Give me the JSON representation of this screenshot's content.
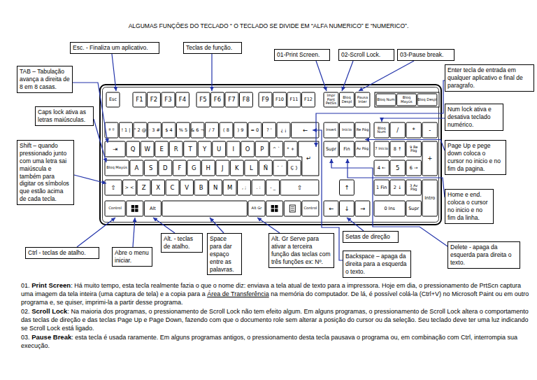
{
  "diagram": {
    "title": "ALGUMAS FUNÇÕES DO TECLADO “ O TECLADO SE DIVIDE EM “ALFA NUMERICO” E “NUMERICO”.",
    "nodes": [
      {
        "text": [
          "Esc. - Finaliza um aplicativo."
        ]
      },
      {
        "text": [
          "Teclas de função."
        ]
      },
      {
        "text": [
          "01-Print Screen."
        ]
      },
      {
        "text": [
          "02-Scroll Lock."
        ]
      },
      {
        "text": [
          "03-Pause break."
        ]
      },
      {
        "text": [
          "Enter tecla de entrada em qualquer aplicativo e final de paragrafo."
        ]
      },
      {
        "text": [
          "TAB – Tabulação avança a direita de 8 em 8 casas."
        ]
      },
      {
        "text": [
          "Caps lock ativa as letras maiúsculas."
        ]
      },
      {
        "text": [
          "Num lock ativa e desativa teclado numérico."
        ]
      },
      {
        "text": [
          "Shift – quando pressionado junto com uma letra sai maiúscula e também para digitar os símbolos que estão acima de cada tecla."
        ]
      },
      {
        "text": [
          "Page Up e pege down coloca o cursor no inicio e no fim da pagina."
        ]
      },
      {
        "text": [
          "Home e end. coloca o cursor no inicio e no fim da linha."
        ]
      },
      {
        "text": [
          "Space para dar espaço entre as palavras."
        ]
      },
      {
        "text": [
          "Alt. Gr Serve para ativar a terceira função das teclas com três funções ex: Nº."
        ]
      },
      {
        "text": [
          "Setas de direção"
        ]
      },
      {
        "text": [
          "Ctrl - teclas de atalho."
        ]
      },
      {
        "text": [
          "Abre o menu iniciar."
        ]
      },
      {
        "text": [
          "Alt. - teclas de atalho."
        ]
      },
      {
        "text": [
          "Backspace – apaga da direita para a esquerda o texto."
        ]
      },
      {
        "text": [
          "Delete - apaga da esquerda para direita o texto."
        ]
      }
    ],
    "labels": [
      "Esc",
      "F1",
      "F2",
      "F3",
      "F4",
      "F5",
      "F6",
      "F7",
      "F8",
      "F9",
      "F10",
      "F11",
      "F12",
      "Impr Pant PetSis",
      "Bloq Despl",
      "Pausa Inter",
      "Bloq Num",
      "Bloq Mayús",
      "Bloq Despl",
      "ª º",
      "! 1 |",
      "\" 2 @",
      "· 3 #",
      "$ 4",
      "% 5",
      "& 6 ¬",
      "/ 7",
      "( 8",
      ") 9",
      "= 0",
      "? '",
      "¿ ¡",
      "←",
      "Insert",
      "Inicio",
      "Re Pág",
      "Bloq Num",
      "/",
      "*",
      "-",
      "⇥",
      "Q",
      "W",
      "E",
      "R",
      "T",
      "Y",
      "U",
      "I",
      "O",
      "P",
      "^ `",
      "* +",
      "↵",
      "Supr",
      "Fin",
      "Av Pág",
      "7 Inicio",
      "8 ↑",
      "9 Re Pág",
      "+",
      "Bloq Mayús",
      "A",
      "S",
      "D",
      "F",
      "G",
      "H",
      "J",
      "K",
      "L",
      "Ñ",
      "¨ ´",
      "Ç }",
      "4 ←",
      "5",
      "6 →",
      "⇧",
      "> <",
      "Z",
      "X",
      "C",
      "V",
      "B",
      "N",
      "M",
      ", ;",
      ". :",
      "- _",
      "⇧",
      "↑",
      "1 Fin",
      "2 ↓",
      "3 Av Pág",
      "Intro",
      "Control",
      "Alt",
      "Alt Gr",
      "Control",
      "←",
      "↓",
      "→",
      "0 Ins",
      "Supr",
      "01.",
      "Print Screen",
      ": Há muito tempo, esta tecla realmente fazia o que o nome diz: enviava a tela atual de texto para a impressora. Hoje em dia, o pressionamento de PrtScn captura uma imagem da tela inteira (uma captura de tela) e a copia para a",
      "Área de Transferência",
      "na memória do computador. De lá, é possível colá-la (Ctrl+V) no Microsoft Paint ou em outro programa e, se quiser, imprimi-la a partir desse programa.",
      "02.",
      "Scroll Lock",
      ":  Na maioria dos programas, o pressionamento de Scroll Lock não tem efeito algum. Em alguns programas, o pressionamento de Scroll Lock altera o comportamento das teclas de direção e das teclas Page Up e Page Down, fazendo com que o documento role sem alterar a posição do cursor ou da seleção. Seu teclado deve ter uma luz indicando se Scroll Lock está ligado.",
      "03.",
      "Pause Break",
      ": esta tecla é usada raramente. Em alguns programas antigos, o pressionamento desta tecla pausava o programa ou, em combinação com Ctrl, interrompia sua execução."
    ]
  }
}
